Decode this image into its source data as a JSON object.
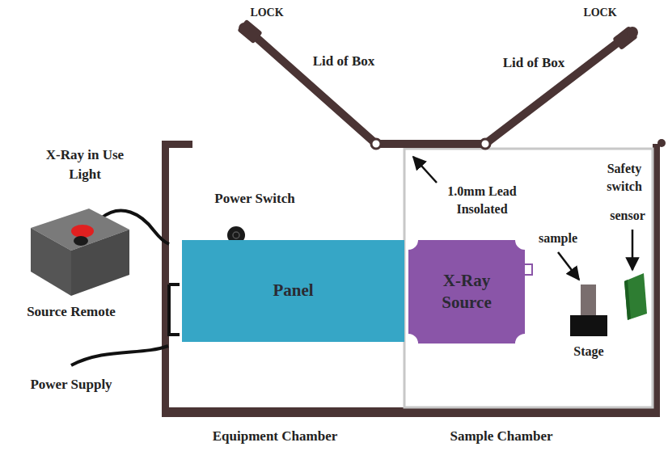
{
  "diagram": {
    "nodes": [
      {
        "text": [
          "Panel"
        ]
      },
      {
        "text": [
          "X-Ray Source"
        ]
      }
    ],
    "labels": [
      "LOCK",
      "LOCK",
      "Lid of Box",
      "Lid of Box",
      "X-Ray in Use Light",
      "Power Switch",
      "1.0mm Lead Insolated",
      "sample",
      "Safety switch",
      "sensor",
      "Source Remote",
      "Power Supply",
      "Stage",
      "Equipment Chamber",
      "Sample Chamber"
    ]
  }
}
